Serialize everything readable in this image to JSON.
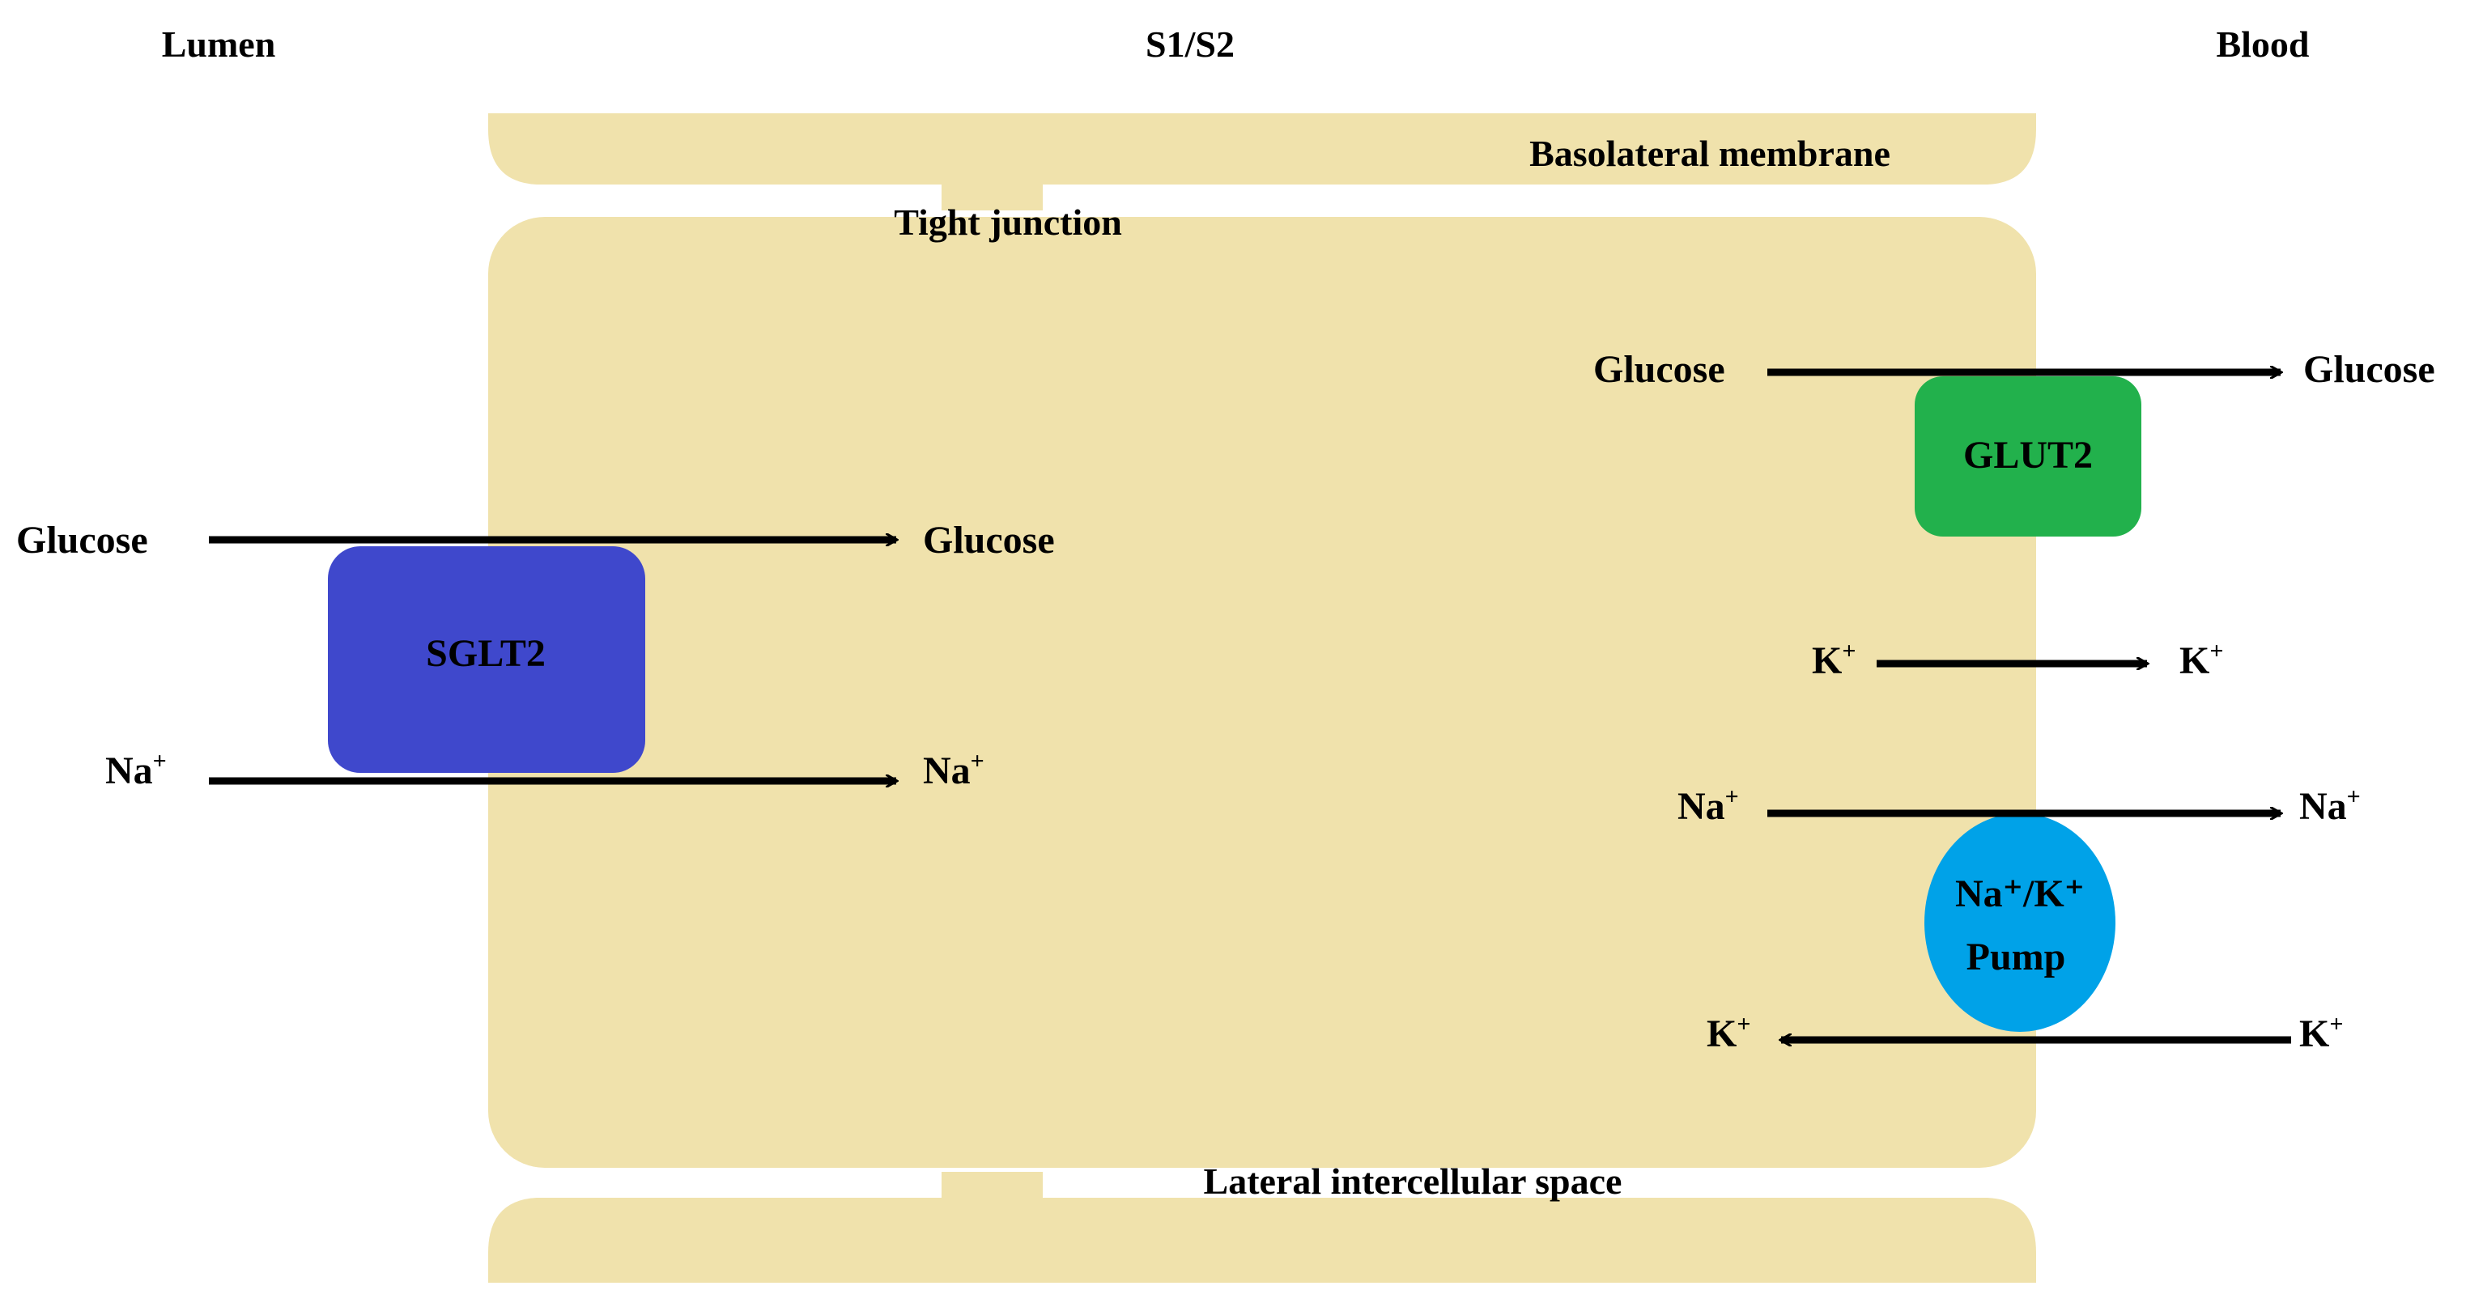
{
  "headers": {
    "lumen": "Lumen",
    "segment": "S1/S2",
    "blood": "Blood"
  },
  "captions": {
    "basolateral": "Basolateral membrane",
    "tight_junction": "Tight junction",
    "lateral_space": "Lateral intercellular space"
  },
  "transporters": {
    "sglt2": "SGLT2",
    "glut2": "GLUT2",
    "pump_line1": "Na⁺/K⁺",
    "pump_line2": "Pump"
  },
  "molecules": {
    "glucose": "Glucose",
    "sodium": "Na",
    "potassium": "K",
    "plus": "+"
  },
  "colors": {
    "cell": "#F0E2AC",
    "sglt2": "#3F48CC",
    "glut2": "#22B14C",
    "pump": "#00A2E8",
    "arrow": "#000000"
  }
}
